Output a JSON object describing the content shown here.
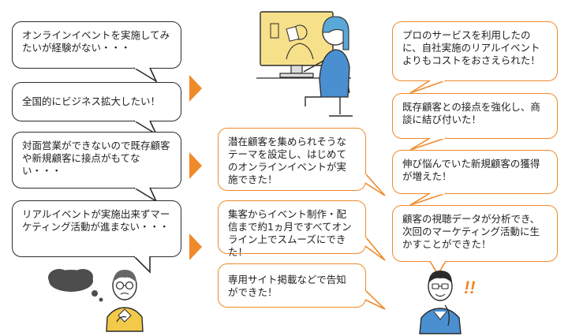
{
  "left": [
    "オンラインイベントを実施してみたいが経験がない・・・",
    "全国的にビジネス拡大したい！",
    "対面営業ができないので既存顧客や新規顧客に接点がもてない・・・",
    "リアルイベントが実施出来ずマーケティング活動が進まない・・・"
  ],
  "center": [
    "潜在顧客を集められそうなテーマを設定し、はじめてのオンラインイベントが実施できた！",
    "集客からイベント制作・配信まで約1ヵ月ですべてオンライン上でスムーズにできた！",
    "専用サイト掲載などで告知ができた！"
  ],
  "right": [
    "プロのサービスを利用したのに、自社実施のリアルイベントよりもコストをおさえられた！",
    "既存顧客との接点を強化し、商談に結び付いた！",
    "伸び悩んでいた新規顧客の獲得が増えた！",
    "顧客の視聴データが分析でき、次回のマーケティング活動に生かすことができた！"
  ],
  "exclamation": "!!",
  "colors": {
    "accent": "#ef8a2a",
    "line": "#2b2b2b",
    "monitor_screen": "#f7e08a",
    "person_hair": "#5aa8d8",
    "shirt_yellow": "#f3c94a",
    "shirt_blue": "#4a8fd0"
  }
}
